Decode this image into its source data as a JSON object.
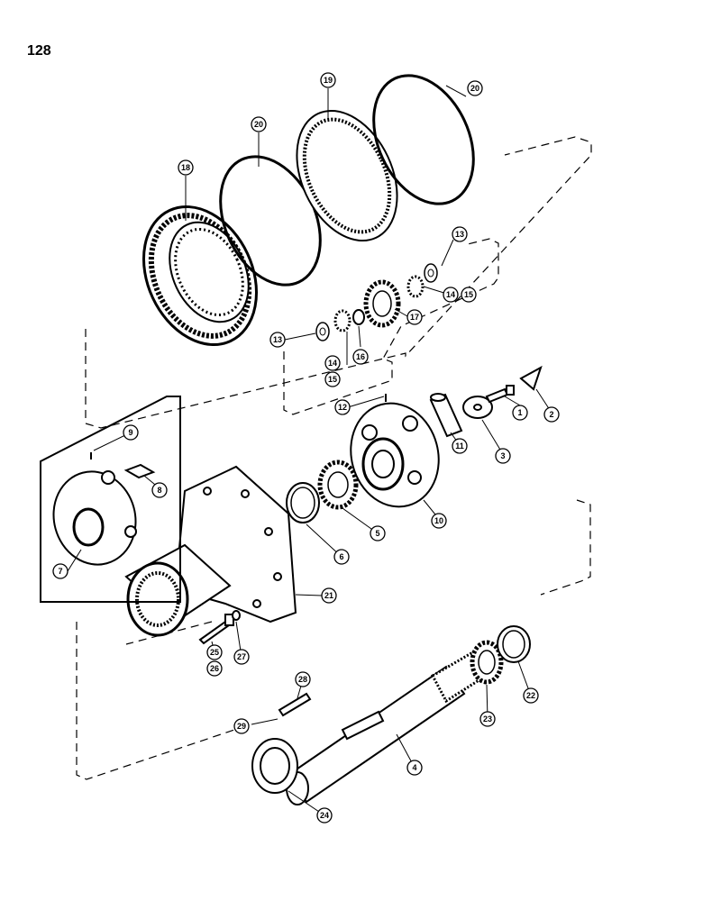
{
  "page": {
    "number": "128"
  },
  "callouts": [
    {
      "id": "c1",
      "label": "1"
    },
    {
      "id": "c2",
      "label": "2"
    },
    {
      "id": "c3",
      "label": "3"
    },
    {
      "id": "c4",
      "label": "4"
    },
    {
      "id": "c5",
      "label": "5"
    },
    {
      "id": "c6",
      "label": "6"
    },
    {
      "id": "c7",
      "label": "7"
    },
    {
      "id": "c8",
      "label": "8"
    },
    {
      "id": "c9",
      "label": "9"
    },
    {
      "id": "c10",
      "label": "10"
    },
    {
      "id": "c11",
      "label": "11"
    },
    {
      "id": "c12",
      "label": "12"
    },
    {
      "id": "c13a",
      "label": "13"
    },
    {
      "id": "c13b",
      "label": "13"
    },
    {
      "id": "c14a",
      "label": "14"
    },
    {
      "id": "c14b",
      "label": "14"
    },
    {
      "id": "c15a",
      "label": "15"
    },
    {
      "id": "c15b",
      "label": "15"
    },
    {
      "id": "c16",
      "label": "16"
    },
    {
      "id": "c17",
      "label": "17"
    },
    {
      "id": "c18",
      "label": "18"
    },
    {
      "id": "c19",
      "label": "19"
    },
    {
      "id": "c20a",
      "label": "20"
    },
    {
      "id": "c20b",
      "label": "20"
    },
    {
      "id": "c21",
      "label": "21"
    },
    {
      "id": "c22",
      "label": "22"
    },
    {
      "id": "c23",
      "label": "23"
    },
    {
      "id": "c24",
      "label": "24"
    },
    {
      "id": "c25",
      "label": "25"
    },
    {
      "id": "c26",
      "label": "26"
    },
    {
      "id": "c27",
      "label": "27"
    },
    {
      "id": "c28",
      "label": "28"
    },
    {
      "id": "c29",
      "label": "29"
    }
  ]
}
